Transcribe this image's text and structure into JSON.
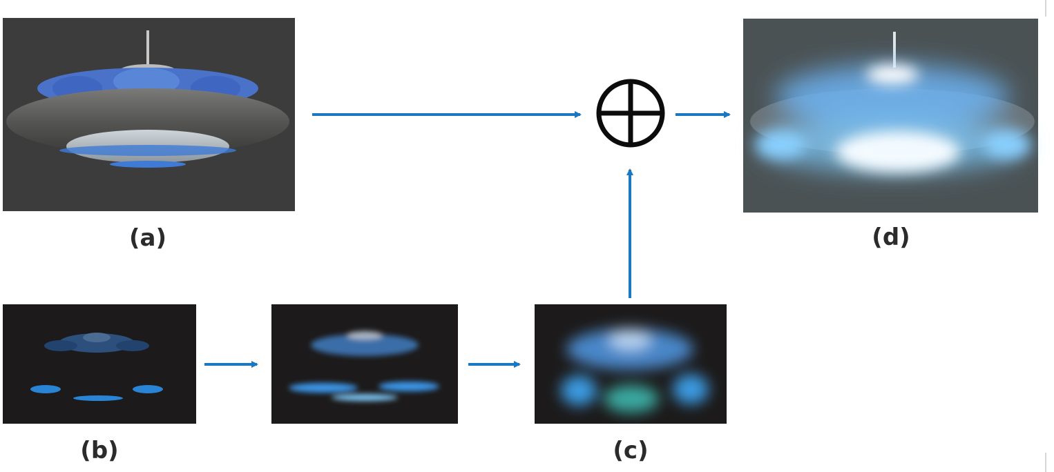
{
  "panels": [
    {
      "id": "a",
      "label": "(a)"
    },
    {
      "id": "b",
      "label": "(b)"
    },
    {
      "id": "blur",
      "label": ""
    },
    {
      "id": "c",
      "label": "(c)"
    },
    {
      "id": "d",
      "label": "(d)"
    }
  ],
  "operator": {
    "name": "add-operator",
    "glyph": "circled-plus"
  },
  "colors": {
    "arrow": "#1a78c2",
    "panel_a_bg": "#3c3c3c",
    "panel_d_bg": "#4a5254",
    "dark_panel_bg": "#1c1a1a",
    "glow": "#5ab0f0",
    "hull": "#5a5a58"
  }
}
